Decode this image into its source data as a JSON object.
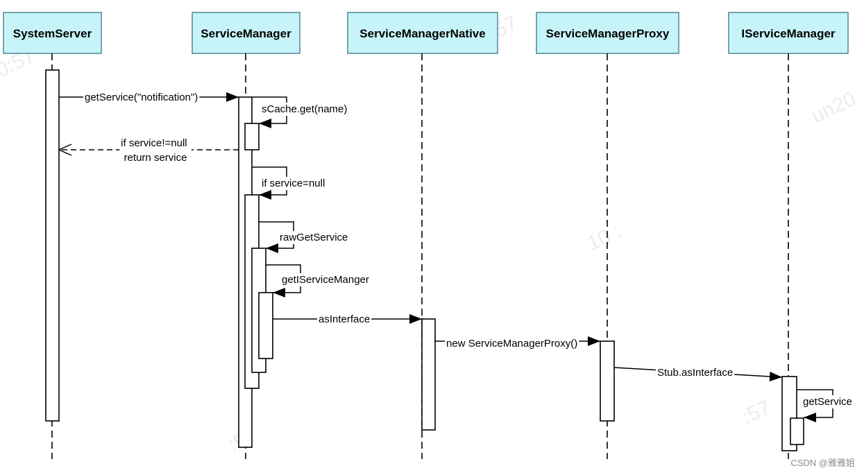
{
  "lifelines": [
    {
      "name": "SystemServer"
    },
    {
      "name": "ServiceManager"
    },
    {
      "name": "ServiceManagerNative"
    },
    {
      "name": "ServiceManagerProxy"
    },
    {
      "name": "IServiceManager"
    }
  ],
  "messages": [
    {
      "label": "getService(\"notification\")"
    },
    {
      "label": "sCache.get(name)"
    },
    {
      "label_lines": [
        "if service!=null",
        "return service"
      ]
    },
    {
      "label": "if service=null"
    },
    {
      "label": "rawGetService"
    },
    {
      "label": "getIServiceManger"
    },
    {
      "label": "asInterface"
    },
    {
      "label": "new ServiceManagerProxy()"
    },
    {
      "label": "Stub.asInterface"
    },
    {
      "label": "getService"
    }
  ],
  "credit": "CSDN @雅雅姐",
  "watermarks": [
    "0:57",
    "10:57",
    "un20",
    "10 :",
    ":57",
    ":57"
  ],
  "colors": {
    "header_fill": "#c7f4f8",
    "header_border": "#4d8797",
    "line": "#000000",
    "credit_text": "#8c8c8c"
  }
}
